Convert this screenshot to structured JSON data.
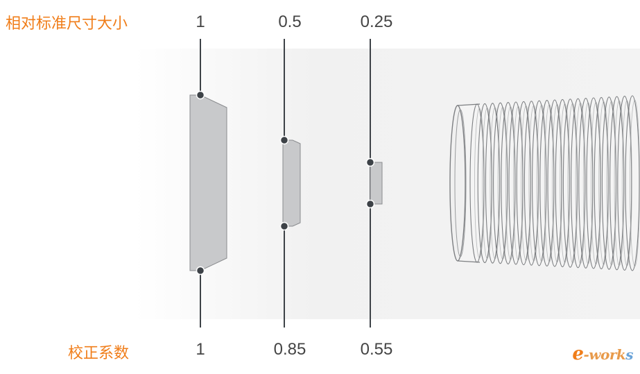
{
  "labels": {
    "relative_size": "相对标准尺寸大小",
    "correction_factor": "校正系数"
  },
  "columns": [
    {
      "relative_size": "1",
      "correction_factor": "1"
    },
    {
      "relative_size": "0.5",
      "correction_factor": "0.85"
    },
    {
      "relative_size": "0.25",
      "correction_factor": "0.55"
    }
  ],
  "colors": {
    "label": "#f07d19",
    "numbers": "#444444",
    "shape_fill": "#c8c9cb",
    "line": "#3d4247"
  },
  "logo": {
    "e": "e",
    "dash": "-",
    "wor": "wor",
    "k": "k",
    "s": "s"
  }
}
